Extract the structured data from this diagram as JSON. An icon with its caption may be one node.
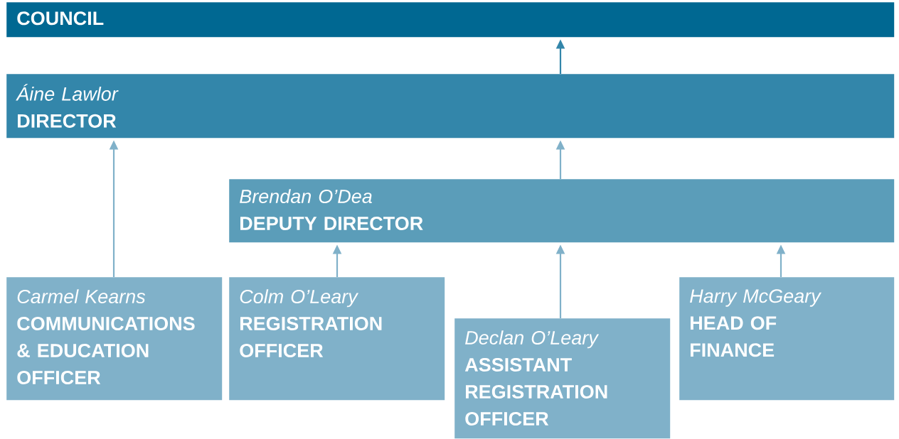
{
  "diagram": {
    "nodes": [
      {
        "text": [
          "COUNCIL"
        ]
      },
      {
        "text": [
          "Áine Lawlor",
          "DIRECTOR"
        ]
      },
      {
        "text": [
          "Brendan O’Dea",
          "DEPUTY DIRECTOR"
        ]
      },
      {
        "text": [
          "Carmel Kearns",
          "COMMUNICATIONS & EDUCATION OFFICER"
        ]
      },
      {
        "text": [
          "Colm O’Leary",
          "REGISTRATION OFFICER"
        ]
      },
      {
        "text": [
          "Declan O’Leary",
          "ASSISTANT REGISTRATION OFFICER"
        ]
      },
      {
        "text": [
          "Harry McGeary",
          "HEAD OF FINANCE"
        ]
      }
    ],
    "edges": [
      {
        "from": 1,
        "to": 0,
        "arrow": "to",
        "color": "#3386aa"
      },
      {
        "from": 3,
        "to": 1,
        "arrow": "to"
      },
      {
        "from": 2,
        "to": 1,
        "arrow": "to"
      },
      {
        "from": 4,
        "to": 2,
        "arrow": "to"
      },
      {
        "from": 5,
        "to": 2,
        "arrow": "to"
      },
      {
        "from": 6,
        "to": 2,
        "arrow": "to"
      }
    ]
  }
}
